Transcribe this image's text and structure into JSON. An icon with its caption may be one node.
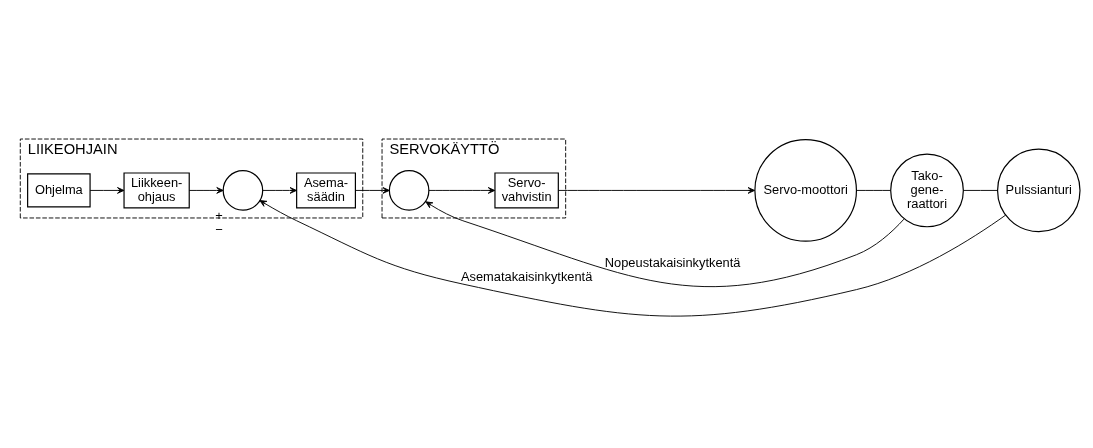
{
  "diagram": {
    "nodes": [
      {
        "text": [
          "LIIKEOHJAIN"
        ]
      },
      {
        "text": [
          "Ohjelma"
        ],
        "in": 0
      },
      {
        "text": [
          "Liikkeen- ohjaus"
        ],
        "in": 0
      },
      {
        "text": [],
        "shape": "circle",
        "in": 0,
        "beside": [
          "+",
          "−"
        ]
      },
      {
        "text": [
          "Asema- säädin"
        ],
        "in": 0
      },
      {
        "text": [
          "SERVOKÄYTTÖ"
        ]
      },
      {
        "text": [],
        "shape": "circle",
        "in": 5
      },
      {
        "text": [
          "Servo- vahvistin"
        ],
        "in": 5
      },
      {
        "text": [
          "Servo-moottori"
        ]
      },
      {
        "text": [
          "Tako- gene- raattori"
        ]
      },
      {
        "text": [
          "Pulssianturi"
        ]
      }
    ],
    "edges": [
      {
        "from": 1,
        "to": 2,
        "arrow": "to"
      },
      {
        "from": 2,
        "to": 3,
        "arrow": "to"
      },
      {
        "from": 3,
        "to": 4,
        "arrow": "to"
      },
      {
        "from": 4,
        "to": 6,
        "arrow": "to"
      },
      {
        "from": 6,
        "to": 7,
        "arrow": "to"
      },
      {
        "from": 7,
        "to": 8,
        "arrow": "to"
      },
      {
        "from": 9,
        "to": 6,
        "arrow": "to",
        "label": "Nopeustakaisinkytkentä"
      },
      {
        "from": 10,
        "to": 3,
        "arrow": "to",
        "label": "Asematakaisinkytkentä"
      },
      {
        "from": 8,
        "to": 9,
        "arrow": "none"
      },
      {
        "from": 9,
        "to": 10,
        "arrow": "none"
      }
    ]
  }
}
